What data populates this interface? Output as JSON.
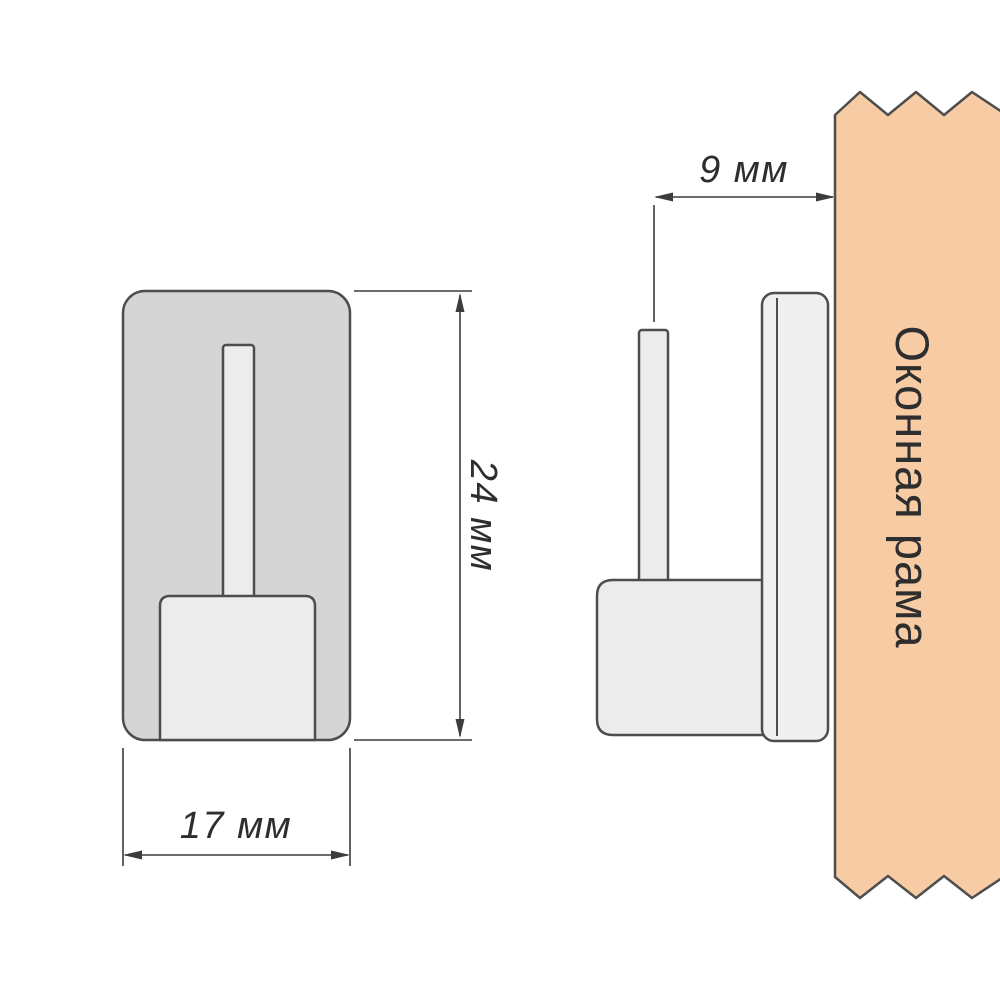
{
  "drawing": {
    "dimensions": {
      "depth_label": "9 мм",
      "width_label": "17 мм",
      "height_label": "24 мм"
    },
    "frame": {
      "label": "Оконная рама"
    },
    "colors": {
      "frame_fill": "#f7cba4",
      "front_body_fill": "#d5d5d5",
      "part_fill": "#ececec",
      "plate_fill": "#efefef"
    }
  }
}
